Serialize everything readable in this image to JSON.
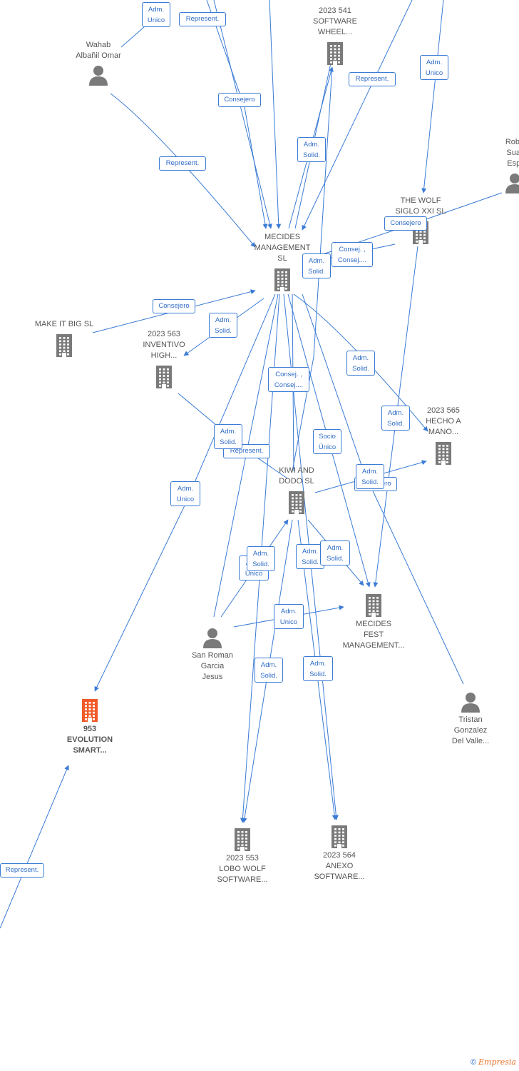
{
  "colors": {
    "edge": "#3a7bd5",
    "node_gray": "#7a7a7a",
    "node_highlight": "#f05a28",
    "label_text": "#2e6bc6"
  },
  "nodes": [
    {
      "id": "wahab",
      "kind": "person",
      "label": "Wahab\nAlbañil Omar"
    },
    {
      "id": "sw541",
      "kind": "company",
      "label": "2023 541\nSOFTWARE\nWHEEL..."
    },
    {
      "id": "roberto",
      "kind": "person",
      "label": "Robe\nSuar\nEspi"
    },
    {
      "id": "wolf",
      "kind": "company",
      "label": "THE WOLF\nSIGLO XXI  SL"
    },
    {
      "id": "mecides",
      "kind": "company",
      "label": "MECIDES\nMANAGEMENT\nSL"
    },
    {
      "id": "makeit",
      "kind": "company",
      "label": "MAKE IT BIG  SL"
    },
    {
      "id": "inventivo",
      "kind": "company",
      "label": "2023 563\nINVENTIVO\nHIGH..."
    },
    {
      "id": "hecho",
      "kind": "company",
      "label": "2023 565\nHECHO A\nMANO..."
    },
    {
      "id": "kiwi",
      "kind": "company",
      "label": "KIWI AND\nDODO  SL"
    },
    {
      "id": "fest",
      "kind": "company",
      "label": "MECIDES\nFEST\nMANAGEMENT..."
    },
    {
      "id": "sanroman",
      "kind": "person",
      "label": "San Roman\nGarcia\nJesus"
    },
    {
      "id": "tristan",
      "kind": "person",
      "label": "Tristan\nGonzalez\nDel Valle..."
    },
    {
      "id": "evolution",
      "kind": "company-highlight",
      "label": "953\nEVOLUTION\nSMART..."
    },
    {
      "id": "lobo",
      "kind": "company",
      "label": "2023 553\nLOBO WOLF\nSOFTWARE..."
    },
    {
      "id": "anexo",
      "kind": "company",
      "label": "2023 564\nANEXO\nSOFTWARE..."
    }
  ],
  "edge_labels": [
    {
      "id": "l1",
      "text": "Adm.\nUnico"
    },
    {
      "id": "l2",
      "text": "Represent."
    },
    {
      "id": "l3",
      "text": "Consejero"
    },
    {
      "id": "l4",
      "text": "Represent."
    },
    {
      "id": "l5",
      "text": "Adm.\nSolid."
    },
    {
      "id": "l6",
      "text": "Represent."
    },
    {
      "id": "l7",
      "text": "Adm.\nUnico"
    },
    {
      "id": "l8",
      "text": "Consejero"
    },
    {
      "id": "l9",
      "text": "Consej. ,\nConsej...."
    },
    {
      "id": "l10",
      "text": "Adm.\nSolid."
    },
    {
      "id": "l11",
      "text": "Consejero"
    },
    {
      "id": "l12",
      "text": "Adm.\nSolid."
    },
    {
      "id": "l13",
      "text": "Adm.\nSolid."
    },
    {
      "id": "l14",
      "text": "Consej. ,\nConsej...."
    },
    {
      "id": "l15",
      "text": "Adm.\nSolid."
    },
    {
      "id": "l16",
      "text": "Represent."
    },
    {
      "id": "l17",
      "text": "Adm.\nSolid."
    },
    {
      "id": "l18",
      "text": "Socio\nÚnico"
    },
    {
      "id": "l19",
      "text": "Consejero"
    },
    {
      "id": "l20",
      "text": "Adm.\nSolid."
    },
    {
      "id": "l21",
      "text": "Adm.\nUnico"
    },
    {
      "id": "l22",
      "text": "Adm.\nUnico"
    },
    {
      "id": "l23",
      "text": "Adm.\nSolid."
    },
    {
      "id": "l24",
      "text": "Adm.\nSolid."
    },
    {
      "id": "l25",
      "text": "Adm.\nSolid."
    },
    {
      "id": "l26",
      "text": "Adm.\nUnico"
    },
    {
      "id": "l27",
      "text": "Adm.\nSolid."
    },
    {
      "id": "l28",
      "text": "Adm.\nSolid."
    },
    {
      "id": "l29",
      "text": "Represent."
    }
  ],
  "footer": {
    "copyright": "©",
    "brand": "Empresia"
  }
}
